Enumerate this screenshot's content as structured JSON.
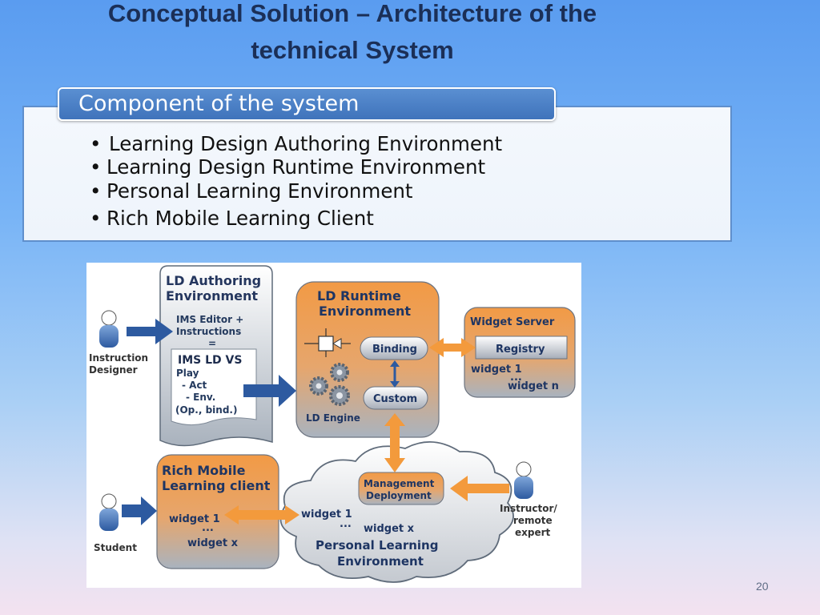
{
  "slide": {
    "title_line1": "Conceptual Solution – Architecture of the",
    "title_line2": "technical System",
    "page_number": "20"
  },
  "components": {
    "header": "Component of the system",
    "bullets": [
      "Learning Design Authoring Environment",
      "Learning Design Runtime Environment",
      "Personal Learning Environment",
      "Rich Mobile Learning Client"
    ]
  },
  "diagram": {
    "authoring": {
      "title1": "LD Authoring",
      "title2": "Environment",
      "editor1": "IMS Editor +",
      "editor2": "Instructions",
      "equals": "=",
      "vs_title": "IMS LD VS",
      "vs_l1": "Play",
      "vs_l2": "- Act",
      "vs_l3": "- Env.",
      "vs_l4": "(Op., bind.)"
    },
    "runtime": {
      "title1": "LD Runtime",
      "title2": "Environment",
      "binding": "Binding",
      "custom": "Custom",
      "engine": "LD Engine"
    },
    "widget_server": {
      "title": "Widget Server",
      "registry": "Registry",
      "w1": "widget 1",
      "dots": "...",
      "wn": "widget n"
    },
    "mobile": {
      "title1": "Rich Mobile",
      "title2": "Learning client",
      "w1": "widget 1",
      "dots": "...",
      "wx": "widget x"
    },
    "ple": {
      "mgmt1": "Management",
      "mgmt2": "Deployment",
      "w1": "widget 1",
      "dots": "...",
      "wx": "widget x",
      "title1": "Personal Learning",
      "title2": "Environment"
    },
    "actors": {
      "designer1": "Instruction",
      "designer2": "Designer",
      "student": "Student",
      "instructor1": "Instructor/",
      "instructor2": "remote",
      "instructor3": "expert"
    },
    "colors": {
      "orange": "#f0a057",
      "grey": "#aeb5be",
      "blue_arrow": "#2d5aa0",
      "orange_arrow": "#f39a3c"
    }
  }
}
